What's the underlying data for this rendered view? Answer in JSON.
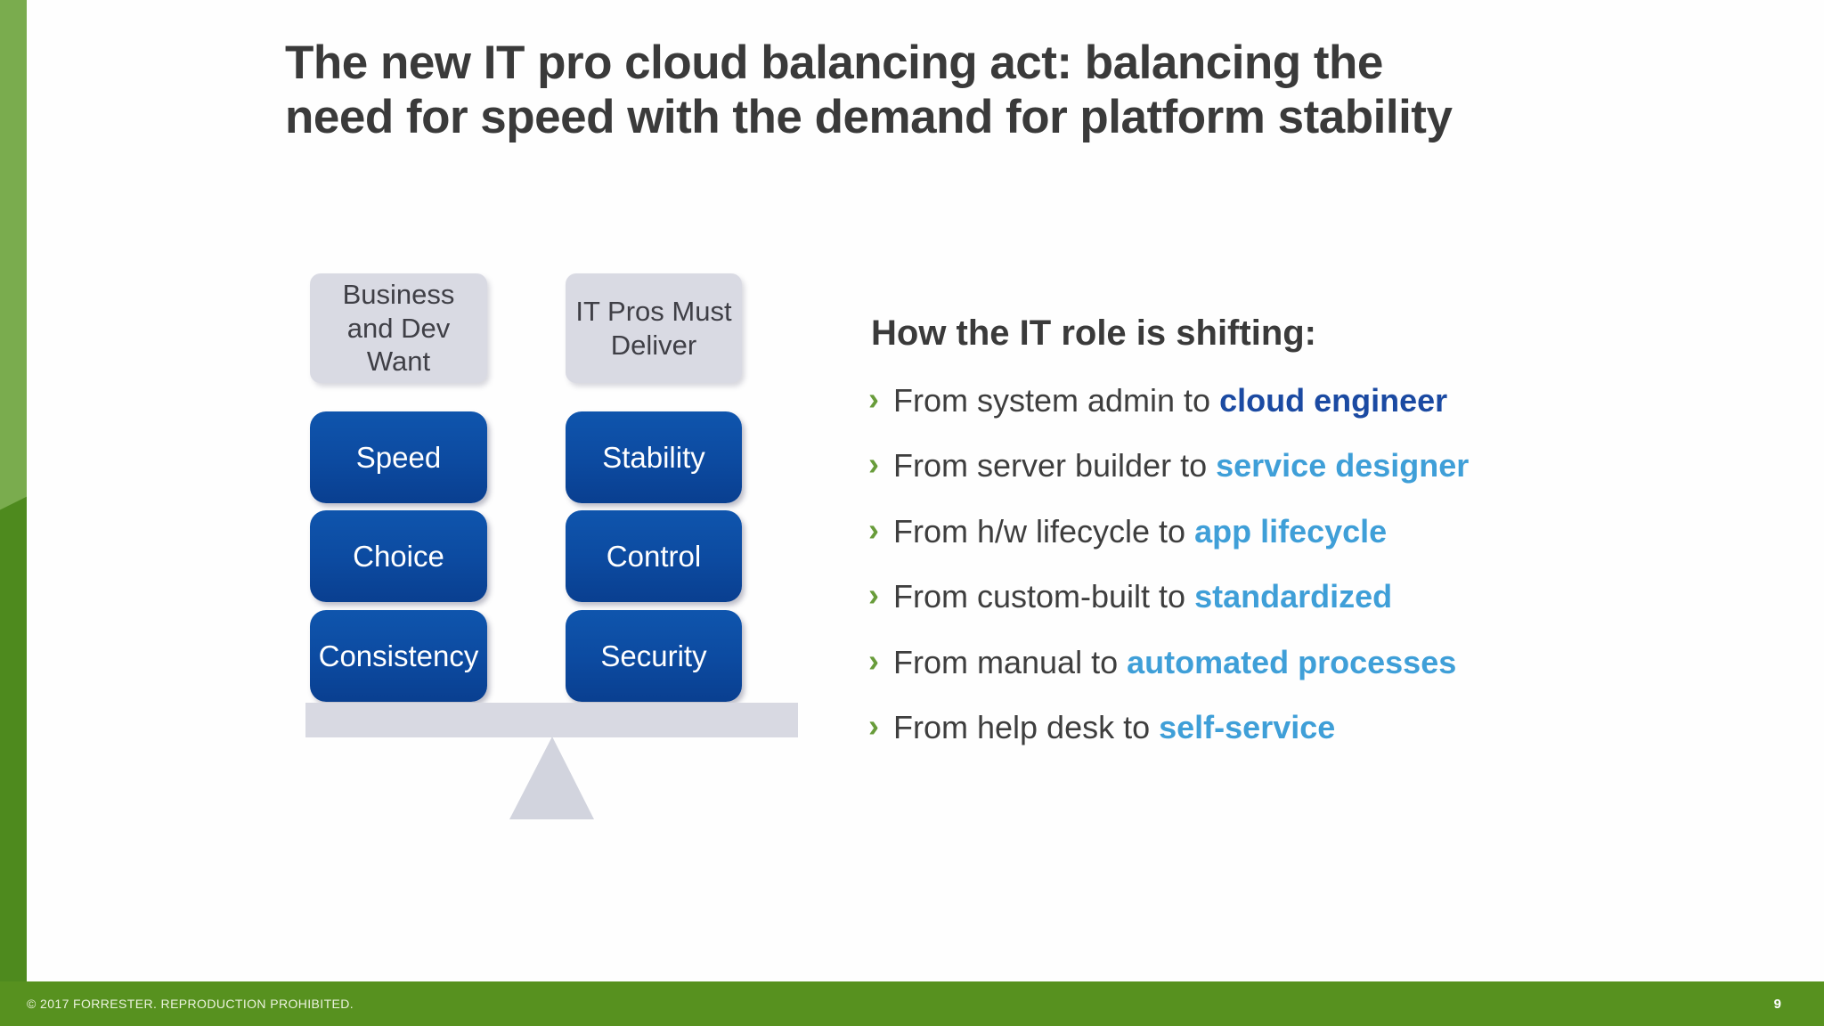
{
  "slide": {
    "title_lines": [
      "The new IT pro cloud balancing act: balancing the",
      "need for speed with the demand for platform stability"
    ],
    "footer_text": "© 2017 FORRESTER. REPRODUCTION PROHIBITED.",
    "page_number": "9"
  },
  "balance_diagram": {
    "left_header": "Business and Dev Want",
    "right_header": "IT Pros Must Deliver",
    "left_items": [
      "Speed",
      "Choice",
      "Consistency"
    ],
    "right_items": [
      "Stability",
      "Control",
      "Security"
    ],
    "box_color": "#0c4aa0",
    "header_box_color": "#d9dae3",
    "tray_color": "#d8d9e2"
  },
  "shift_list": {
    "heading": "How the IT role is shifting:",
    "bullet_glyph": "›",
    "bullet_color": "#689c3a",
    "items": [
      {
        "prefix": "From system admin to ",
        "highlight": "cloud engineer",
        "highlight_color": "#1b4aa2"
      },
      {
        "prefix": "From server builder to ",
        "highlight": "service designer",
        "highlight_color": "#3f9fd8"
      },
      {
        "prefix": "From h/w lifecycle to ",
        "highlight": "app lifecycle",
        "highlight_color": "#3f9fd8"
      },
      {
        "prefix": "From custom-built to ",
        "highlight": "standardized",
        "highlight_color": "#3f9fd8"
      },
      {
        "prefix": "From manual to ",
        "highlight": "automated processes",
        "highlight_color": "#3f9fd8"
      },
      {
        "prefix": "From help desk to ",
        "highlight": "self-service",
        "highlight_color": "#3f9fd8"
      }
    ]
  },
  "colors": {
    "side_bar_light_green": "#7aac4e",
    "side_bar_dark_green": "#4e8a1e",
    "footer_green": "#57911f",
    "title_text": "#3a3a3a"
  }
}
